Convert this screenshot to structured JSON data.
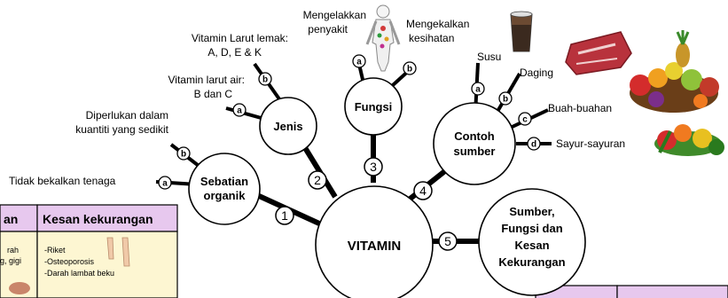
{
  "center": "VITAMIN",
  "nodes": {
    "sebatian": [
      "Sebatian",
      "organik"
    ],
    "jenis": "Jenis",
    "fungsi": "Fungsi",
    "contoh": [
      "Contoh",
      "sumber"
    ],
    "kesan": [
      "Sumber,",
      "Fungsi dan",
      "Kesan",
      "Kekurangan"
    ]
  },
  "numbers": [
    "1",
    "2",
    "3",
    "4",
    "5"
  ],
  "sebatian_branches": {
    "a": {
      "badge": "a",
      "text": "Tidak bekalkan tenaga"
    },
    "b": {
      "badge": "b",
      "lines": [
        "Diperlukan dalam",
        "kuantiti yang sedikit"
      ]
    }
  },
  "jenis_branches": {
    "a": {
      "badge": "a",
      "lines": [
        "Vitamin larut air:",
        "B dan C"
      ]
    },
    "b": {
      "badge": "b",
      "lines": [
        "Vitamin Larut lemak:",
        "A, D, E & K"
      ]
    }
  },
  "fungsi_branches": {
    "a": {
      "badge": "a",
      "lines": [
        "Mengelakkan",
        "penyakit"
      ]
    },
    "b": {
      "badge": "b",
      "lines": [
        "Mengekalkan",
        "kesihatan"
      ]
    }
  },
  "contoh_branches": {
    "a": {
      "badge": "a",
      "text": "Susu"
    },
    "b": {
      "badge": "b",
      "text": "Daging"
    },
    "c": {
      "badge": "c",
      "text": "Buah-buahan"
    },
    "d": {
      "badge": "d",
      "text": "Sayur-sayuran"
    }
  },
  "table": {
    "partial_header": "an",
    "kesan_header": "Kesan kekurangan",
    "left_cell_lines": [
      "rah",
      "g, gigi"
    ],
    "kesan_items": [
      "-Riket",
      "-Osteoporosis",
      "-Darah lambat beku"
    ]
  },
  "colors": {
    "table_header_bg": "#e7c8ee",
    "table_cell_bg": "#fdf6d2",
    "milk": "#6b4a32",
    "meat": "#b8323c",
    "fruit": "#e8a22a",
    "veg": "#3f8a2a"
  }
}
